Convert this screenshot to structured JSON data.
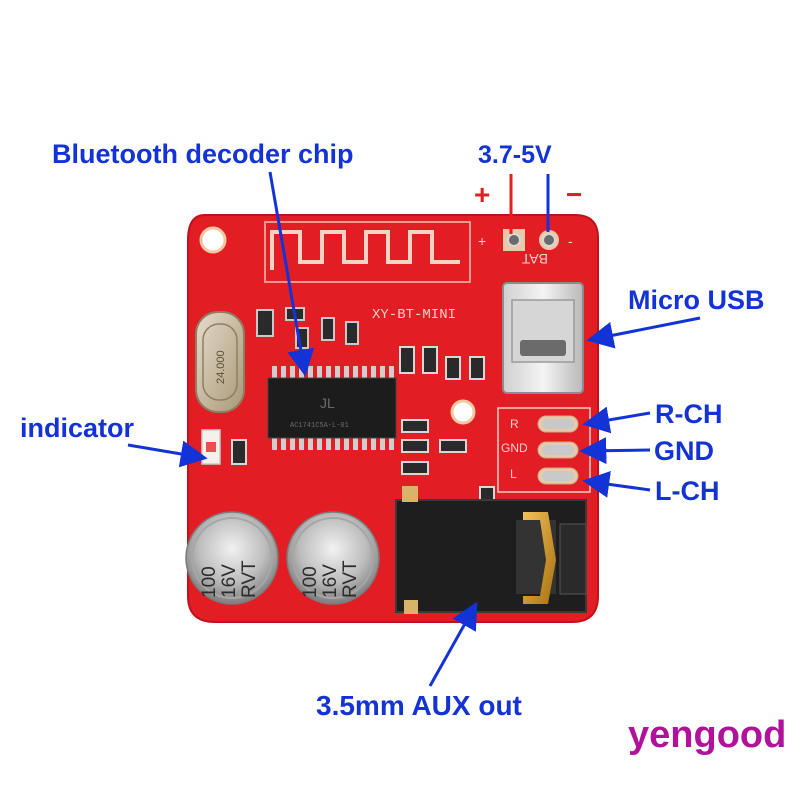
{
  "labels": {
    "chip": "Bluetooth decoder chip",
    "voltage": "3.7-5V",
    "plus": "+",
    "minus": "−",
    "usb": "Micro USB",
    "indicator": "indicator",
    "rch": "R-CH",
    "gnd": "GND",
    "lch": "L-CH",
    "aux": "3.5mm AUX out"
  },
  "pcb": {
    "model": "XY-BT-MINI",
    "bat": "BAT",
    "crystal": "24.000",
    "pad_r": "R",
    "pad_gnd": "GND",
    "pad_l": "L",
    "cap_text": [
      "100",
      "16V",
      "RVT"
    ]
  },
  "watermark": "yengood",
  "colors": {
    "label": "#1433d6",
    "plus": "#e0201e",
    "minus": "#e0201e",
    "board": "#e21d24",
    "watermark": "#b0129c"
  }
}
